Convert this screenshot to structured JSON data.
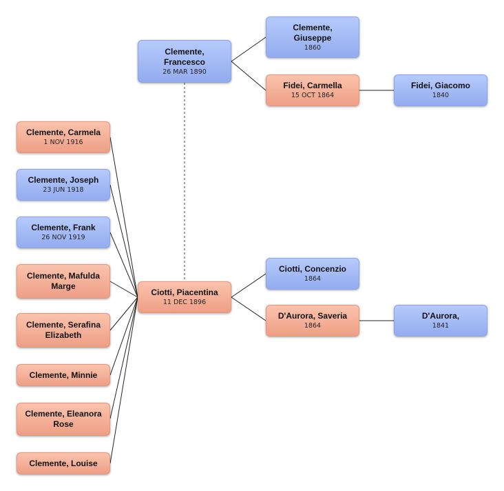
{
  "people": {
    "francesco": {
      "name": "Clemente, Francesco",
      "date": "26 MAR 1890",
      "sex": "male"
    },
    "giuseppe": {
      "name": "Clemente, Giuseppe",
      "date": "1860",
      "sex": "male"
    },
    "carmella": {
      "name": "Fidei, Carmella",
      "date": "15 OCT 1864",
      "sex": "female"
    },
    "giacomo": {
      "name": "Fidei, Giacomo",
      "date": "1840",
      "sex": "male"
    },
    "piacentina": {
      "name": "Ciotti, Piacentina",
      "date": "11 DEC 1896",
      "sex": "female"
    },
    "concenzio": {
      "name": "Ciotti, Concenzio",
      "date": "1864",
      "sex": "male"
    },
    "saveria": {
      "name": "D'Aurora, Saveria",
      "date": "1864",
      "sex": "female"
    },
    "daurora": {
      "name": "D'Aurora,",
      "date": "1841",
      "sex": "male"
    }
  },
  "children": [
    {
      "name": "Clemente, Carmela",
      "date": "1 NOV 1916",
      "sex": "female"
    },
    {
      "name": "Clemente, Joseph",
      "date": "23 JUN 1918",
      "sex": "male"
    },
    {
      "name": "Clemente, Frank",
      "date": "26 NOV 1919",
      "sex": "male"
    },
    {
      "name": "Clemente, Mafulda Marge",
      "date": "",
      "sex": "female"
    },
    {
      "name": "Clemente, Serafina Elizabeth",
      "date": "",
      "sex": "female"
    },
    {
      "name": "Clemente, Minnie",
      "date": "",
      "sex": "female"
    },
    {
      "name": "Clemente, Eleanora Rose",
      "date": "",
      "sex": "female"
    },
    {
      "name": "Clemente, Louise",
      "date": "",
      "sex": "female"
    }
  ]
}
